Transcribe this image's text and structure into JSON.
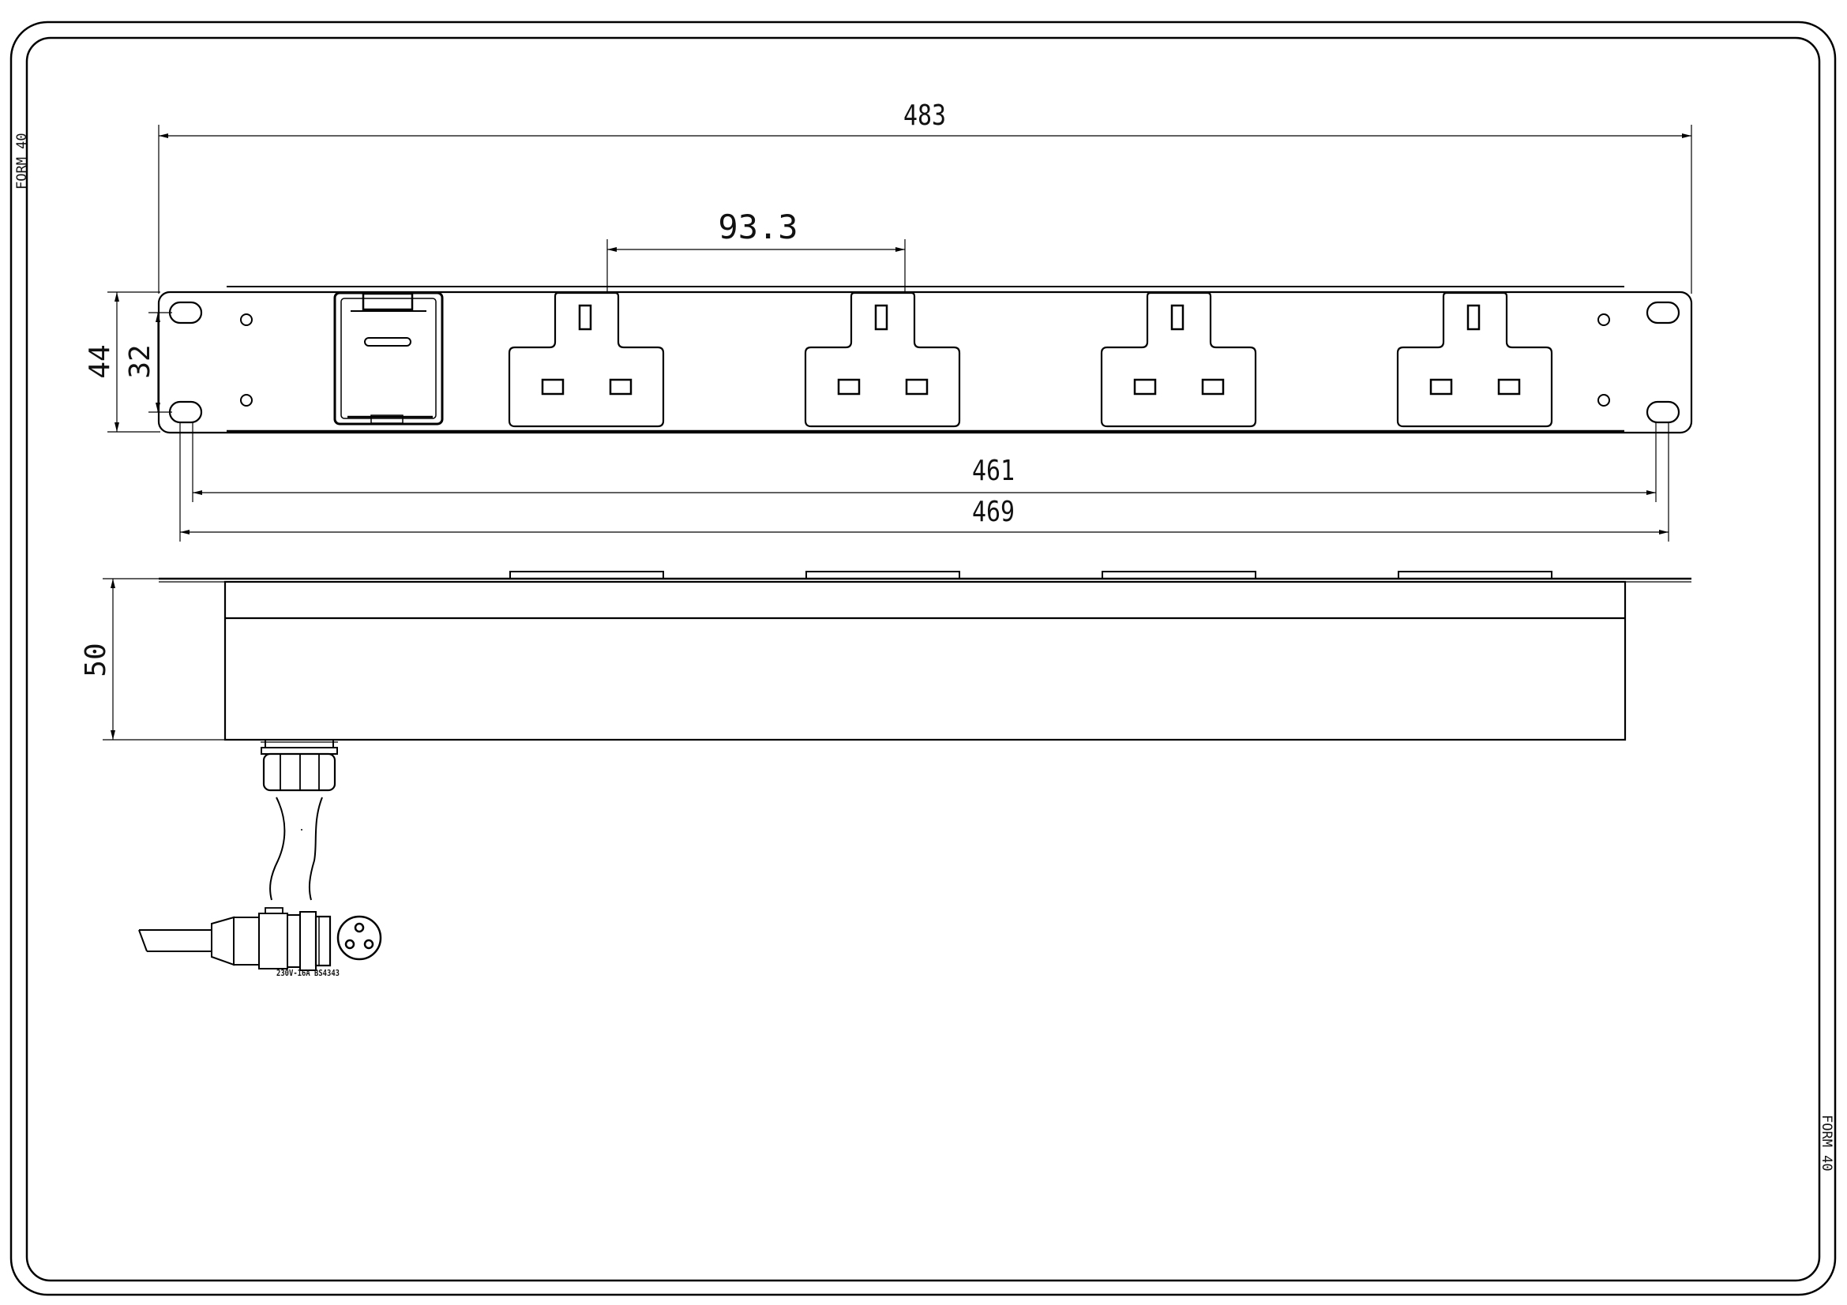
{
  "sheet": {
    "form_label_top": "FORM 40",
    "form_label_bottom": "FORM 40"
  },
  "dimensions": {
    "overall_width": "483",
    "socket_pitch": "93.3",
    "body_width": "461",
    "mounting_width": "469",
    "panel_height": "44",
    "mounting_height": "32",
    "depth": "50"
  },
  "plug": {
    "rating_label": "230V-16A BS4343"
  },
  "outlets": {
    "count": 4,
    "type": "BS1363 UK 3-pin socket"
  }
}
